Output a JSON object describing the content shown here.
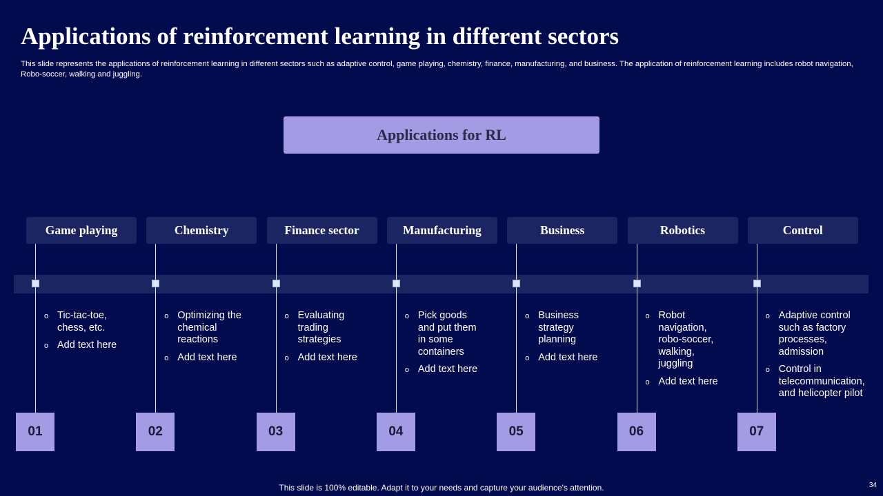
{
  "slide": {
    "title": "Applications of reinforcement learning in different sectors",
    "subtitle": "This slide represents the applications of reinforcement learning in different sectors such as adaptive control, game playing, chemistry, finance, manufacturing, and business. The application of reinforcement learning includes robot navigation, Robo-soccer, walking and juggling.",
    "center_label": "Applications for RL",
    "footer": "This slide is 100% editable. Adapt it to your needs and capture your audience's attention.",
    "page_number": "34",
    "bullet_glyph": "o"
  },
  "colors": {
    "background": "#020b4d",
    "header_box": "#1b2562",
    "accent": "#a39be3"
  },
  "sectors": [
    {
      "title": "Game playing",
      "number": "01",
      "bullets": [
        "Tic-tac-toe, chess, etc.",
        "Add text here"
      ]
    },
    {
      "title": "Chemistry",
      "number": "02",
      "bullets": [
        "Optimizing the chemical reactions",
        "Add text here"
      ]
    },
    {
      "title": "Finance sector",
      "number": "03",
      "bullets": [
        "Evaluating trading strategies",
        "Add text here"
      ]
    },
    {
      "title": "Manufacturing",
      "number": "04",
      "bullets": [
        "Pick goods and put them in some containers",
        "Add text here"
      ]
    },
    {
      "title": "Business",
      "number": "05",
      "bullets": [
        "Business strategy planning",
        "Add text here"
      ]
    },
    {
      "title": "Robotics",
      "number": "06",
      "bullets": [
        "Robot navigation, robo-soccer, walking, juggling",
        "Add text here"
      ]
    },
    {
      "title": "Control",
      "number": "07",
      "bullets": [
        "Adaptive control such as factory processes, admission",
        "Control in telecommunication, and helicopter pilot"
      ]
    }
  ]
}
